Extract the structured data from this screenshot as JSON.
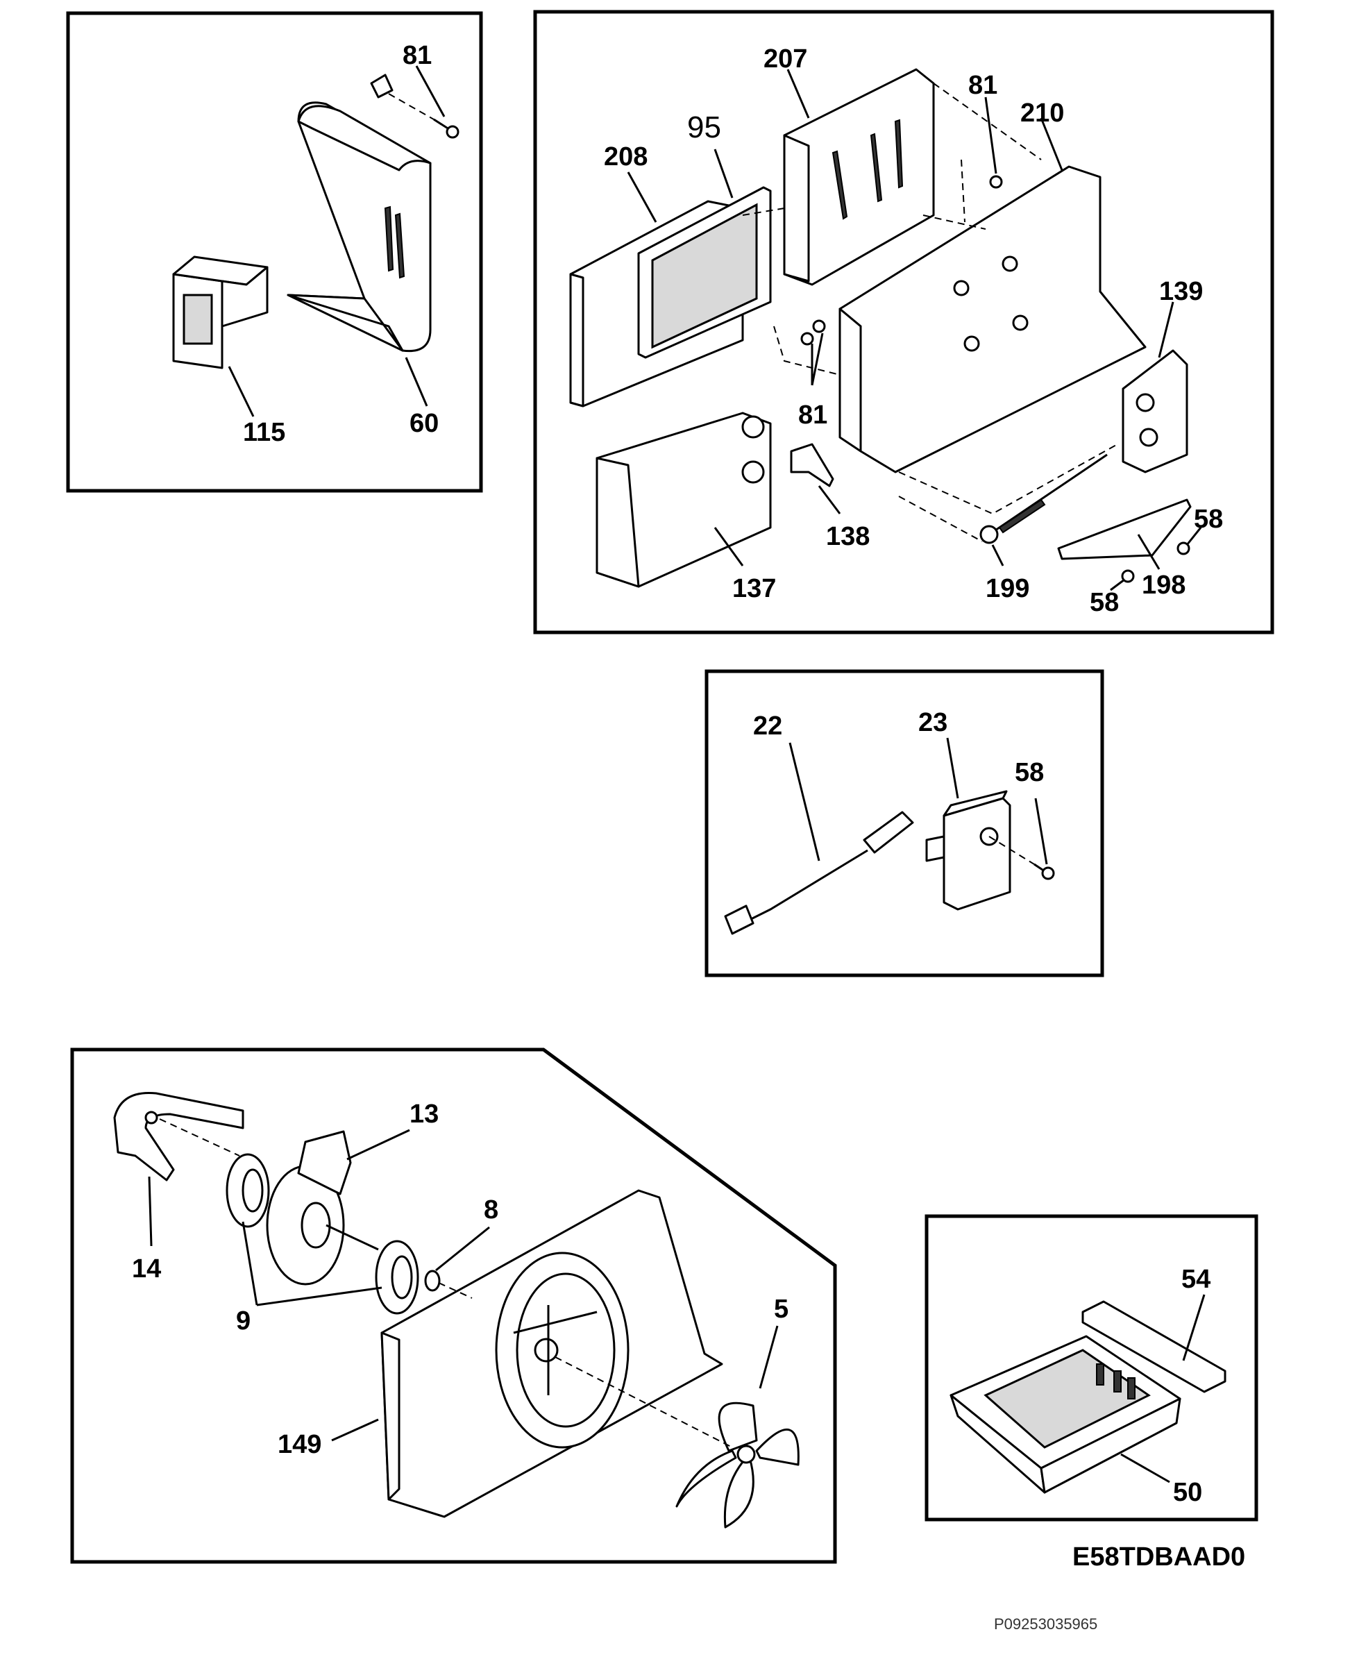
{
  "panels": {
    "p1": {
      "callouts": [
        "81",
        "115",
        "60"
      ]
    },
    "p2": {
      "callouts": [
        "207",
        "95",
        "81",
        "210",
        "208",
        "139",
        "81",
        "138",
        "137",
        "58",
        "199",
        "198",
        "58"
      ]
    },
    "p3": {
      "callouts": [
        "22",
        "23",
        "58"
      ]
    },
    "p4": {
      "callouts": [
        "13",
        "14",
        "8",
        "9",
        "5",
        "149"
      ]
    },
    "p5": {
      "callouts": [
        "54",
        "50"
      ]
    }
  },
  "drawing_code": "E58TDBAAD0",
  "reference_number": "P09253035965"
}
